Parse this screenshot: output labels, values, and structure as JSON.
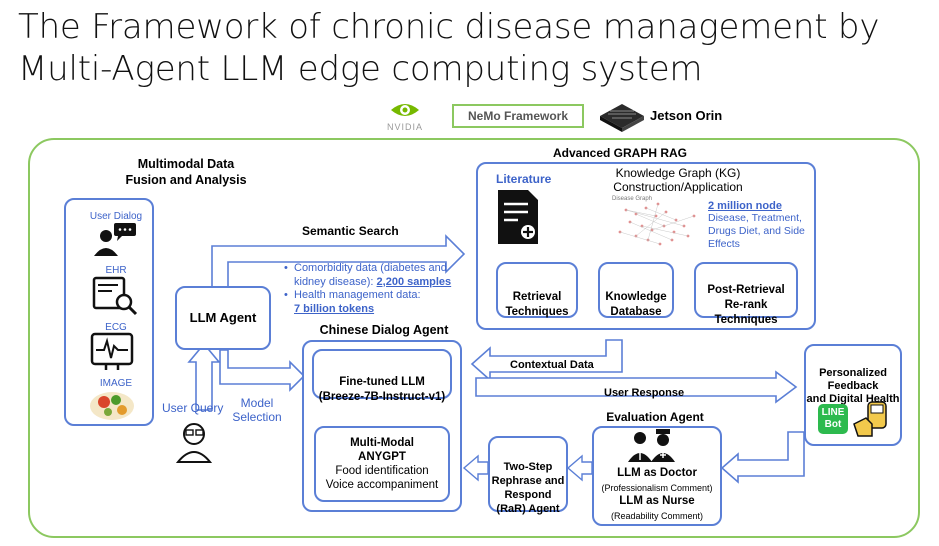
{
  "title": {
    "line1": "The Framework of chronic disease management by",
    "line2": "Multi-Agent LLM edge computing system"
  },
  "logos": {
    "nvidia": "NVIDIA",
    "nemo": "NeMo Framework",
    "jetson": "Jetson Orin"
  },
  "multimodal": {
    "title1": "Multimodal Data",
    "title2": "Fusion and Analysis",
    "user_dialog": "User Dialog",
    "ehr": "EHR",
    "ecg": "ECG",
    "image": "IMAGE"
  },
  "llm_agent": "LLM Agent",
  "user_query": "User Query",
  "model_selection": "Model\nSelection",
  "semantic_search": "Semantic Search",
  "rag": {
    "title": "Advanced GRAPH RAG",
    "literature": "Literature",
    "kg_title": "Knowledge Graph (KG)\nConstruction/Application",
    "kg_small": "Disease Graph",
    "nodes_link": "2 million node",
    "nodes_desc": "Disease, Treatment,\nDrugs Diet, and Side\nEffects",
    "retrieval": "Retrieval\nTechniques",
    "knowledge_db": "Knowledge\nDatabase",
    "rerank": "Post-Retrieval\nRe-rank\nTechniques"
  },
  "bullets": {
    "b1_text": "Comorbidity data (diabetes and\nkidney disease): ",
    "b1_link": "2,200 samples",
    "b2_text": "Health management data:",
    "b2_link": "7 billion tokens"
  },
  "dialog_agent": {
    "title": "Chinese Dialog Agent",
    "finetuned": "Fine-tuned LLM\n(Breeze-7B-Instruct-v1)",
    "mm_title": "Multi-Modal\nANYGPT",
    "mm_line1": "Food identification",
    "mm_line2": "Voice accompaniment"
  },
  "contextual_data": "Contextual Data",
  "user_response": "User Response",
  "rar": "Two-Step\nRephrase and\nRespond\n(RaR) Agent",
  "evaluation": {
    "title": "Evaluation Agent",
    "doctor": "LLM as Doctor",
    "doctor_note": "(Professionalism Comment)",
    "nurse": "LLM as Nurse",
    "nurse_note": "(Readability Comment)"
  },
  "personalized": {
    "title": "Personalized\nFeedback\nand Digital Health",
    "line_bot1": "LINE",
    "line_bot2": "Bot"
  },
  "colors": {
    "green_frame": "#8cc860",
    "blue_box": "#5b7fd6",
    "link_blue": "#3d63c9"
  }
}
